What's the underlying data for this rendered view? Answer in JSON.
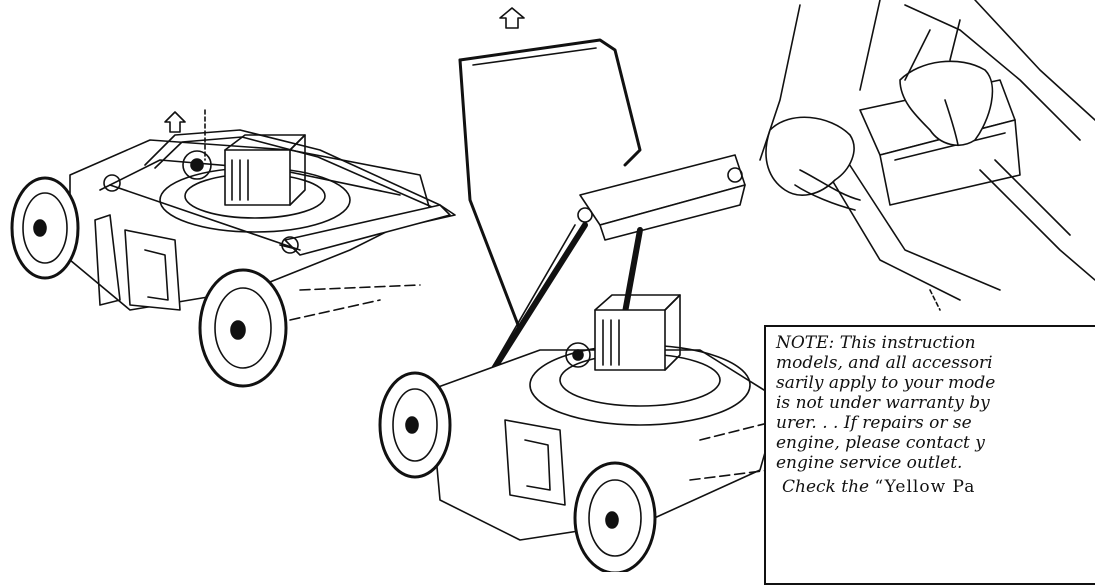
{
  "illustrations": {
    "left": "mower-with-handle-folded",
    "center": "mower-with-handle-raised",
    "right": "hands-squeezing-handle-clamp",
    "arrow_icon": "up-arrow-icon"
  },
  "note": {
    "line1": "NOTE: This instruction",
    "line2": "models, and all accessori",
    "line3": "sarily apply to your mode",
    "line4": "is not under warranty by",
    "line5": "urer. . . If repairs or se",
    "line6": "engine, please contact y",
    "line7": "engine service outlet.",
    "check_prefix": "Check the ",
    "check_quoted": "“Yellow Pa"
  },
  "colors": {
    "ink": "#111111",
    "paper": "#ffffff"
  }
}
